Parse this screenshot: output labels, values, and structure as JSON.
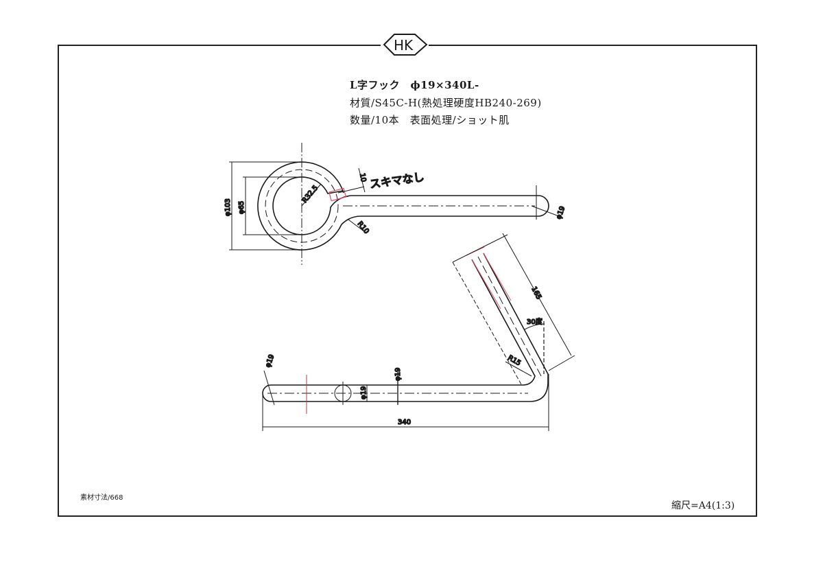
{
  "logo": {
    "text": "HK"
  },
  "title": {
    "line1": "L字フック　ϕ19×340L-",
    "line2": "材質/S45C-H(熱処理硬度HB240-269)",
    "line3": "数量/10本　表面処理/ショット肌"
  },
  "top_view": {
    "outer_diameter": "φ103",
    "inner_diameter": "φ65",
    "ring_radius": "R32.5",
    "gap_dim": "10",
    "note_red": "スキマなし",
    "bend_radius": "R10",
    "rod_diameter": "φ19"
  },
  "side_view": {
    "end_diameter": "φ19",
    "rod_diameter_a": "φ19",
    "rod_diameter_b": "φ19",
    "length": "340",
    "leg_length": "165",
    "angle": "30度",
    "bend_radius": "R15"
  },
  "material_size": "素材寸法/668",
  "scale": "縮尺=A4(1:3)",
  "colors": {
    "line": "#1a1a1a",
    "red": "#e0506a"
  }
}
